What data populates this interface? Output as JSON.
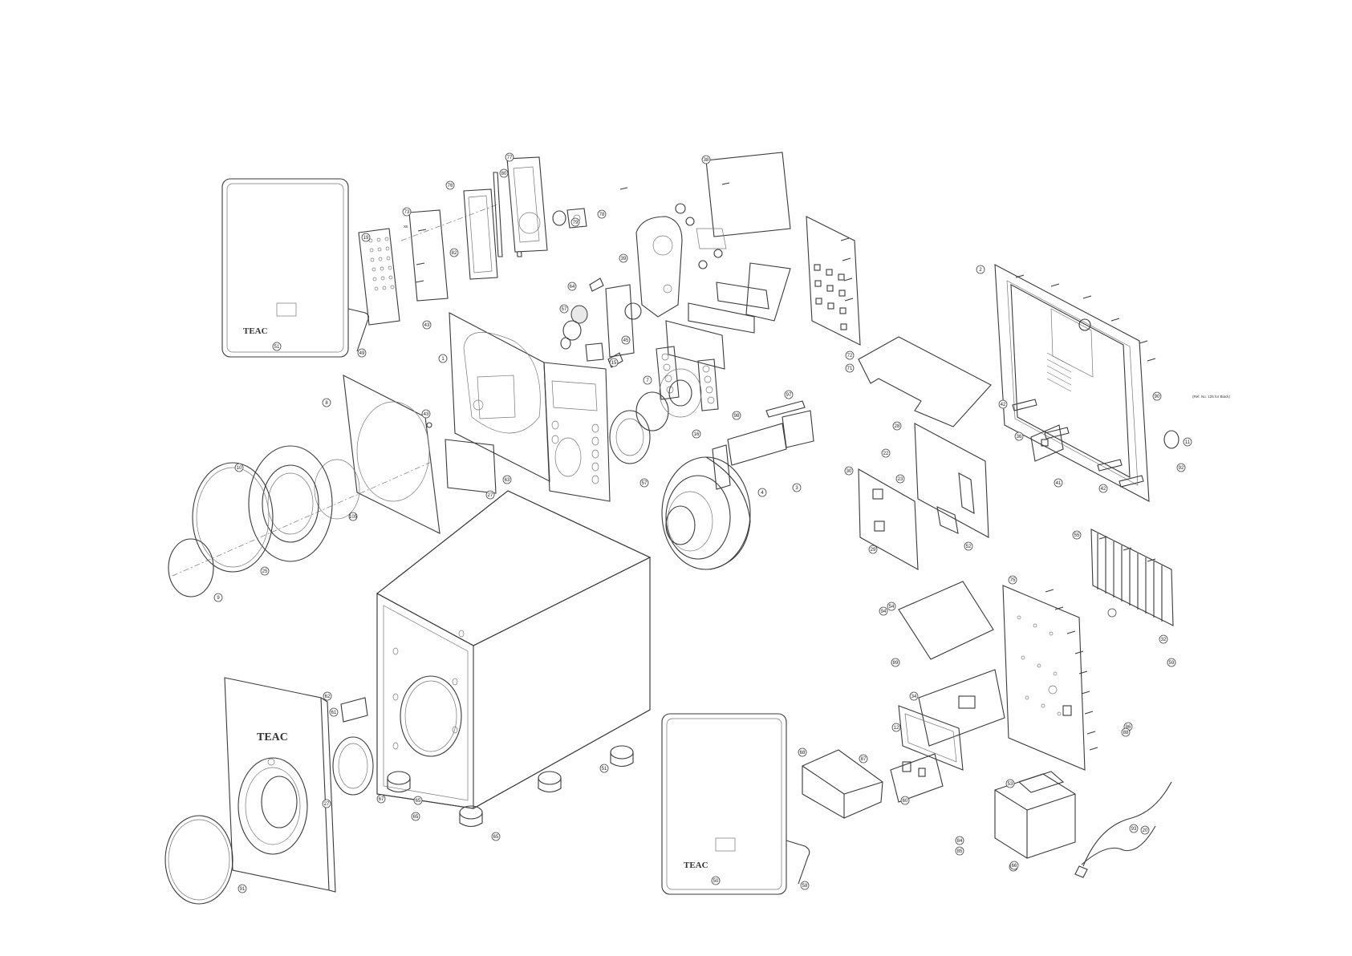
{
  "brand": "TEAC",
  "note_x5": "X5",
  "note_ref": "(Ref. No. 125 for Black)",
  "callouts": [
    {
      "id": "c-51a",
      "label": "51"
    },
    {
      "id": "c-49",
      "label": "49"
    },
    {
      "id": "c-8",
      "label": "8"
    },
    {
      "id": "c-43a",
      "label": "43"
    },
    {
      "id": "c-10",
      "label": "10"
    },
    {
      "id": "c-105",
      "label": "105"
    },
    {
      "id": "c-25",
      "label": "25"
    },
    {
      "id": "c-9",
      "label": "9"
    },
    {
      "id": "c-1",
      "label": "1"
    },
    {
      "id": "c-43b",
      "label": "43"
    },
    {
      "id": "c-27a",
      "label": "27"
    },
    {
      "id": "c-63",
      "label": "63"
    },
    {
      "id": "c-19",
      "label": "19"
    },
    {
      "id": "c-73",
      "label": "73"
    },
    {
      "id": "c-76",
      "label": "76"
    },
    {
      "id": "c-77",
      "label": "77"
    },
    {
      "id": "c-80",
      "label": "80"
    },
    {
      "id": "c-78",
      "label": "78"
    },
    {
      "id": "c-79",
      "label": "79"
    },
    {
      "id": "c-82",
      "label": "82"
    },
    {
      "id": "c-38",
      "label": "38"
    },
    {
      "id": "c-39",
      "label": "39"
    },
    {
      "id": "c-64",
      "label": "64"
    },
    {
      "id": "c-57a",
      "label": "57"
    },
    {
      "id": "c-45",
      "label": "45"
    },
    {
      "id": "c-15",
      "label": "15"
    },
    {
      "id": "c-16",
      "label": "16"
    },
    {
      "id": "c-7",
      "label": "7"
    },
    {
      "id": "c-57b",
      "label": "57"
    },
    {
      "id": "c-4",
      "label": "4"
    },
    {
      "id": "c-3",
      "label": "3"
    },
    {
      "id": "c-97a",
      "label": "97"
    },
    {
      "id": "c-98",
      "label": "98"
    },
    {
      "id": "c-2",
      "label": "2"
    },
    {
      "id": "c-72",
      "label": "72"
    },
    {
      "id": "c-71",
      "label": "71"
    },
    {
      "id": "c-22",
      "label": "22"
    },
    {
      "id": "c-23",
      "label": "23"
    },
    {
      "id": "c-28",
      "label": "28"
    },
    {
      "id": "c-30",
      "label": "30"
    },
    {
      "id": "c-29",
      "label": "29"
    },
    {
      "id": "c-52",
      "label": "52"
    },
    {
      "id": "c-42a",
      "label": "42"
    },
    {
      "id": "c-42b",
      "label": "42"
    },
    {
      "id": "c-36",
      "label": "36"
    },
    {
      "id": "c-41",
      "label": "41"
    },
    {
      "id": "c-11",
      "label": "11"
    },
    {
      "id": "c-92",
      "label": "92"
    },
    {
      "id": "c-55",
      "label": "55"
    },
    {
      "id": "c-75",
      "label": "75"
    },
    {
      "id": "c-54",
      "label": "54"
    },
    {
      "id": "c-32",
      "label": "32"
    },
    {
      "id": "c-59",
      "label": "59"
    },
    {
      "id": "c-86",
      "label": "86"
    },
    {
      "id": "c-88",
      "label": "88"
    },
    {
      "id": "c-53",
      "label": "53"
    },
    {
      "id": "c-20",
      "label": "20"
    },
    {
      "id": "c-83",
      "label": "83"
    },
    {
      "id": "c-84",
      "label": "84"
    },
    {
      "id": "c-85",
      "label": "85"
    },
    {
      "id": "c-66",
      "label": "66"
    },
    {
      "id": "c-67",
      "label": "67"
    },
    {
      "id": "c-61",
      "label": "61"
    },
    {
      "id": "c-62",
      "label": "62"
    },
    {
      "id": "c-27b",
      "label": "27"
    },
    {
      "id": "c-91",
      "label": "91"
    },
    {
      "id": "c-93",
      "label": "93"
    },
    {
      "id": "c-65a",
      "label": "65"
    },
    {
      "id": "c-65b",
      "label": "65"
    },
    {
      "id": "c-65c",
      "label": "65"
    },
    {
      "id": "c-51b",
      "label": "51"
    },
    {
      "id": "c-50",
      "label": "50"
    },
    {
      "id": "c-58",
      "label": "58"
    },
    {
      "id": "c-87",
      "label": "87"
    },
    {
      "id": "c-60",
      "label": "60"
    },
    {
      "id": "c-68",
      "label": "68"
    },
    {
      "id": "c-12",
      "label": "12"
    },
    {
      "id": "c-34",
      "label": "34"
    },
    {
      "id": "c-94",
      "label": "94"
    },
    {
      "id": "c-89",
      "label": "89"
    },
    {
      "id": "c-90",
      "label": "90"
    }
  ]
}
